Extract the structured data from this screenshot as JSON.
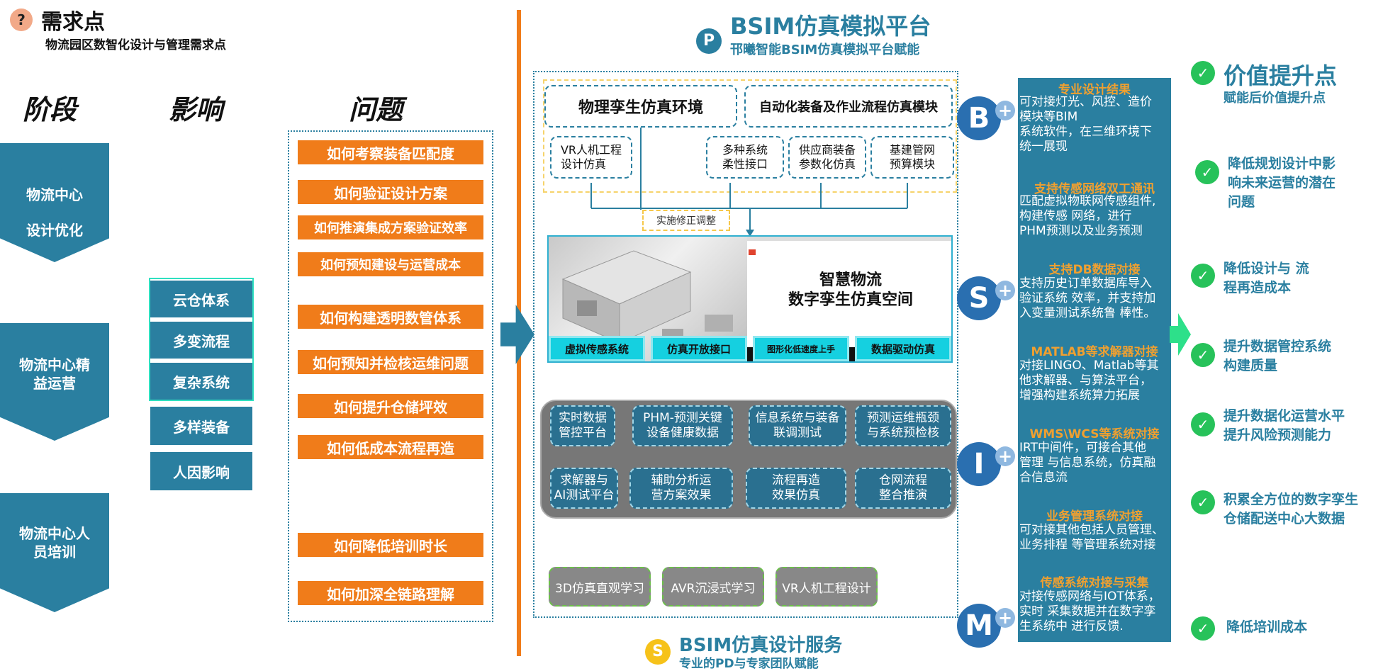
{
  "header": {
    "icon": "?",
    "title": "需求点",
    "subtitle": "物流园区数智化设计与管理需求点"
  },
  "columns": {
    "stage": "阶段",
    "impact": "影响",
    "problem": "问题"
  },
  "stages": [
    {
      "line1": "物流中心",
      "line2": "设计优化"
    },
    {
      "line1": "物流中心精",
      "line2": "益运营"
    },
    {
      "line1": "物流中心人",
      "line2": "员培训"
    }
  ],
  "impacts": [
    "云仓体系",
    "多变流程",
    "复杂系统",
    "多样装备",
    "人因影响"
  ],
  "problems": [
    "如何考察装备匹配度",
    "如何验证设计方案",
    "如何推演集成方案验证效率",
    "如何预知建设与运营成本",
    "如何构建透明数管体系",
    "如何预知并检核运维问题",
    "如何提升仓储坪效",
    "如何低成本流程再造",
    "如何降低培训时长",
    "如何加深全链路理解"
  ],
  "platform": {
    "icon": "P",
    "title": "BSIM仿真模拟平台",
    "subtitle": "邗曦智能BSIM仿真模拟平台赋能",
    "env": "物理孪生仿真环境",
    "auto": "自动化装备及作业流程仿真模块",
    "vr": {
      "line1": "VR人机工程",
      "line2": "设计仿真"
    },
    "subs": [
      {
        "line1": "多种系统",
        "line2": "柔性接口"
      },
      {
        "line1": "供应商装备",
        "line2": "参数化仿真"
      },
      {
        "line1": "基建管网",
        "line2": "预算模块"
      }
    ],
    "adjust": "实施修正调整",
    "twin": {
      "line1": "智慧物流",
      "line2": "数字孪生仿真空间"
    },
    "tabs": [
      "虚拟传感系统",
      "仿真开放接口",
      "图形化低速度上手",
      "数据驱动仿真"
    ],
    "grid": [
      {
        "line1": "实时数据",
        "line2": "管控平台"
      },
      {
        "line1": "PHM-预测关键",
        "line2": "设备健康数据"
      },
      {
        "line1": "信息系统与装备",
        "line2": "联调测试"
      },
      {
        "line1": "预测运维瓶颈",
        "line2": "与系统预检核"
      },
      {
        "line1": "求解器与",
        "line2": "AI测试平台"
      },
      {
        "line1": "辅助分析运",
        "line2": "营方案效果"
      },
      {
        "line1": "流程再造",
        "line2": "效果仿真"
      },
      {
        "line1": "仓网流程",
        "line2": "整合推演"
      }
    ],
    "learning": [
      "3D仿真直观学习",
      "AVR沉浸式学习",
      "VR人机工程设计"
    ]
  },
  "service": {
    "icon": "S",
    "title": "BSIM仿真设计服务",
    "subtitle": "专业的PD与专家团队赋能"
  },
  "letters": [
    "B",
    "S",
    "I",
    "M"
  ],
  "plus": "+",
  "info": [
    {
      "head": "专业设计结果",
      "lines": [
        "可对接灯光、风控、造价",
        "模块等BIM",
        "系统软件，在三维环境下",
        "统一展现"
      ]
    },
    {
      "head": "支持传感网络双工通讯",
      "lines": [
        "匹配虚拟物联网传感组件,",
        "构建传感 网络，进行",
        "PHM预测以及业务预测"
      ]
    },
    {
      "head": "支持DB数据对接",
      "lines": [
        "支持历史订单数据库导入",
        "验证系统 效率，并支持加",
        "入变量测试系统鲁 棒性。"
      ]
    },
    {
      "head": "MATLAB等求解器对接",
      "lines": [
        "对接LINGO、Matlab等其",
        "他求解器、与算法平台，",
        "增强构建系统算力拓展"
      ]
    },
    {
      "head": "WMS\\WCS等系统对接",
      "lines": [
        "IRT中间件，可接合其他",
        "管理 与信息系统，仿真融",
        "合信息流"
      ]
    },
    {
      "head": "业务管理系统对接",
      "lines": [
        "可对接其他包括人员管理、",
        "业务排程 等管理系统对接"
      ]
    },
    {
      "head": "传感系统对接与采集",
      "lines": [
        "对接传感网络与IOT体系，",
        "实时 采集数据并在数字孪",
        "生系统中 进行反馈."
      ]
    }
  ],
  "value": {
    "check": "✓",
    "title": "价值提升点",
    "subtitle": "赋能后价值提升点",
    "items": [
      {
        "line1": "降低规划设计中影",
        "line2": "响未来运营的潜在",
        "line3": "问题"
      },
      {
        "line1": "降低设计与 流",
        "line2": "程再造成本"
      },
      {
        "line1": "提升数据管控系统",
        "line2": "构建质量"
      },
      {
        "line1": "提升数据化运营水平",
        "line2": "提升风险预测能力"
      },
      {
        "line1": "积累全方位的数字孪生",
        "line2": "仓储配送中心大数据"
      },
      {
        "line1": "降低培训成本"
      }
    ]
  }
}
